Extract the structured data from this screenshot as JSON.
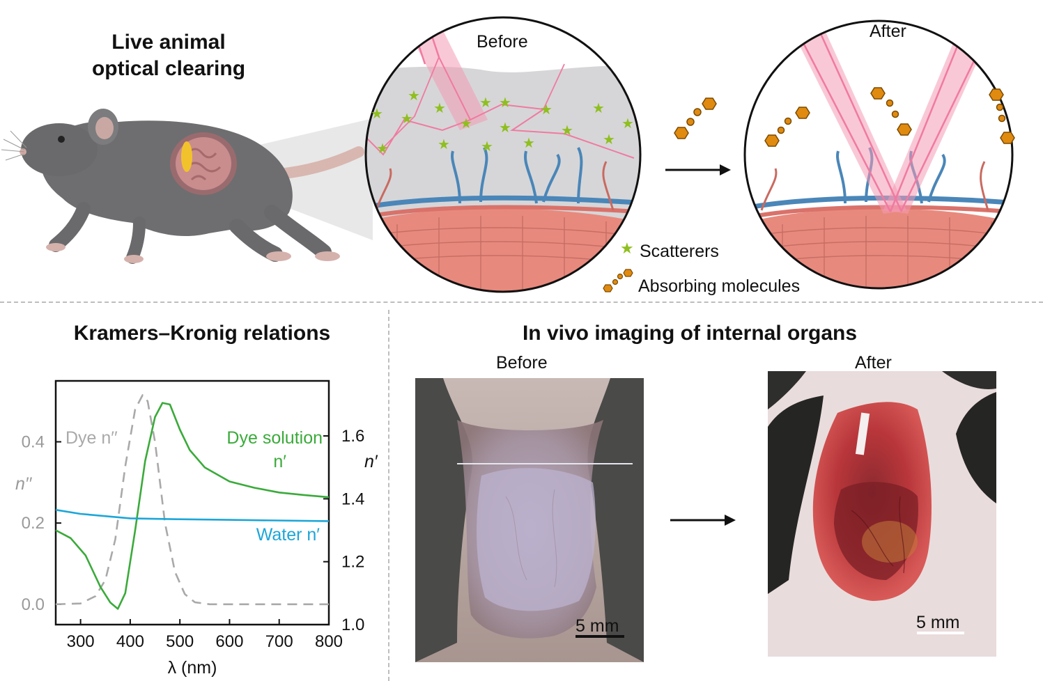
{
  "top": {
    "title_line1": "Live animal",
    "title_line2": "optical clearing",
    "before_label": "Before",
    "after_label": "After",
    "legend": {
      "scatterers": "Scatterers",
      "absorbing": "Absorbing molecules"
    },
    "colors": {
      "beam": "#f07aa0",
      "scatterer": "#8fbf1f",
      "molecule": "#e08a10",
      "tissue": "#e98a7e",
      "vessel_blue": "#4a86b8",
      "gel": "#d4d4d6"
    }
  },
  "kk": {
    "title": "Kramers–Kronig relations"
  },
  "invivo": {
    "title": "In vivo imaging of internal organs",
    "before_label": "Before",
    "after_label": "After",
    "scale_before": "5 mm",
    "scale_after": "5 mm"
  },
  "chart_data": {
    "type": "line",
    "title": "",
    "xlabel": "λ (nm)",
    "ylabel_left": "n′′",
    "ylabel_right": "n′",
    "xlim": [
      250,
      800
    ],
    "ylim_left": [
      -0.05,
      0.55
    ],
    "ylim_right": [
      1.0,
      1.775
    ],
    "x_ticks": [
      300,
      400,
      500,
      600,
      700,
      800
    ],
    "y_left_ticks": [
      0.0,
      0.2,
      0.4
    ],
    "y_right_ticks": [
      1.0,
      1.2,
      1.4,
      1.6
    ],
    "series": [
      {
        "name": "Dye n′′",
        "axis": "left",
        "style": "dashed",
        "color": "#a9a9a9",
        "x": [
          250,
          300,
          330,
          350,
          370,
          390,
          410,
          425,
          435,
          450,
          470,
          490,
          510,
          530,
          560,
          600,
          700,
          800
        ],
        "y": [
          0.0,
          0.002,
          0.02,
          0.06,
          0.16,
          0.34,
          0.48,
          0.515,
          0.5,
          0.4,
          0.2,
          0.08,
          0.025,
          0.005,
          0.0,
          0.0,
          0.0,
          0.0
        ]
      },
      {
        "name": "Dye solution n′",
        "axis": "right",
        "color": "#3aaa3a",
        "x": [
          250,
          280,
          310,
          340,
          360,
          375,
          390,
          410,
          430,
          450,
          465,
          480,
          500,
          520,
          550,
          600,
          650,
          700,
          750,
          800
        ],
        "y": [
          1.3,
          1.275,
          1.22,
          1.12,
          1.07,
          1.05,
          1.1,
          1.3,
          1.52,
          1.66,
          1.705,
          1.7,
          1.62,
          1.555,
          1.5,
          1.455,
          1.435,
          1.42,
          1.412,
          1.405
        ]
      },
      {
        "name": "Water n′",
        "axis": "right",
        "color": "#1ca6d8",
        "x": [
          250,
          300,
          400,
          500,
          600,
          700,
          800
        ],
        "y": [
          1.365,
          1.352,
          1.338,
          1.335,
          1.333,
          1.331,
          1.329
        ]
      }
    ],
    "annotations": [
      {
        "text": "Dye n′′",
        "color": "#a9a9a9"
      },
      {
        "text": "Dye solution",
        "color": "#3aaa3a"
      },
      {
        "text": "n′",
        "color": "#3aaa3a"
      },
      {
        "text": "Water n′",
        "color": "#1ca6d8"
      }
    ]
  }
}
